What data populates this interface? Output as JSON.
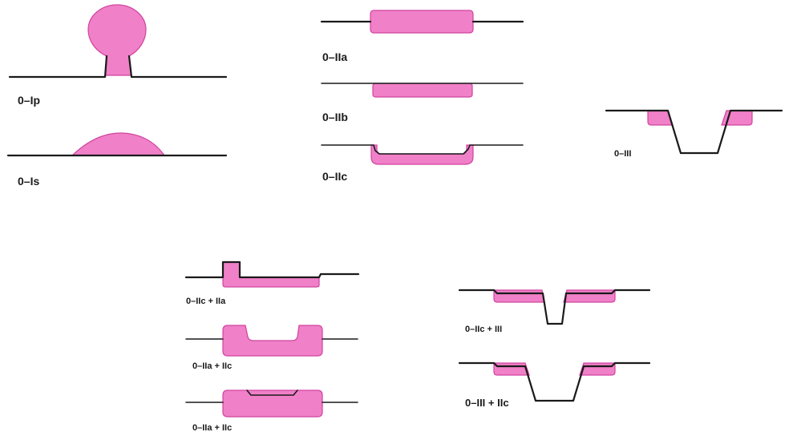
{
  "diagrams": [
    {
      "key": "0_Ip",
      "label": "0–Ip"
    },
    {
      "key": "0_Is",
      "label": "0–Is"
    },
    {
      "key": "0_IIa",
      "label": "0–IIa"
    },
    {
      "key": "0_IIb",
      "label": "0–IIb"
    },
    {
      "key": "0_IIc",
      "label": "0–IIc"
    },
    {
      "key": "0_III",
      "label": "0–III"
    },
    {
      "key": "0_IIc_IIa",
      "label": "0–IIc + IIa"
    },
    {
      "key": "0_IIa_IIc_1",
      "label": "0–IIa + IIc"
    },
    {
      "key": "0_IIa_IIc_2",
      "label": "0–IIa + IIc"
    },
    {
      "key": "0_IIc_III",
      "label": "0–IIc + III"
    },
    {
      "key": "0_III_IIc",
      "label": "0–III + IIc"
    }
  ],
  "colors": {
    "lesion_fill": "#f080c8",
    "lesion_edge": "#d0439f",
    "mucosa_line": "#1a1a1a"
  }
}
